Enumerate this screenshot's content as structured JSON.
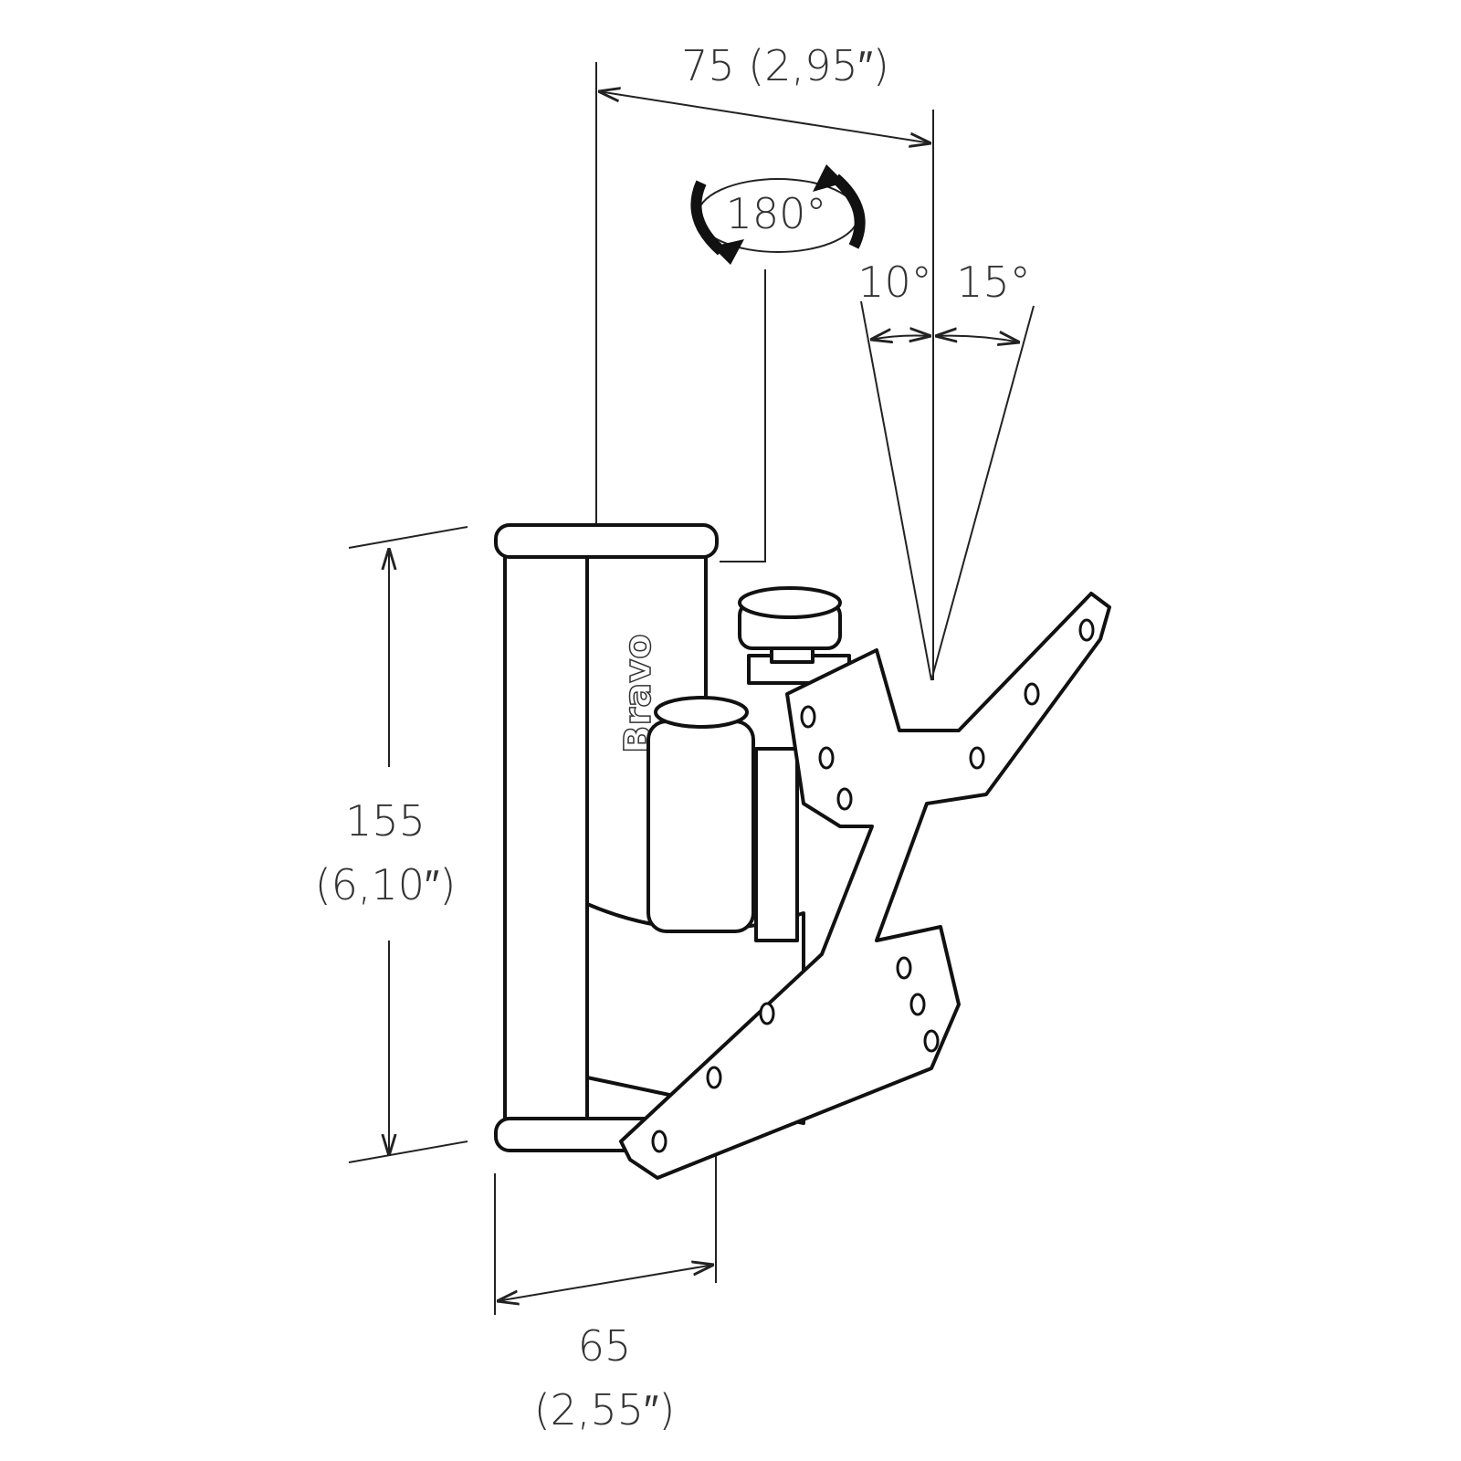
{
  "dimensions": {
    "top_width": "75 (2,95″)",
    "rotation": "180°",
    "tilt_left": "10°",
    "tilt_right": "15°",
    "height_mm": "155",
    "height_in": "(6,10″)",
    "depth_mm": "65",
    "depth_in": "(2,55″)"
  },
  "logo": "Bravo"
}
